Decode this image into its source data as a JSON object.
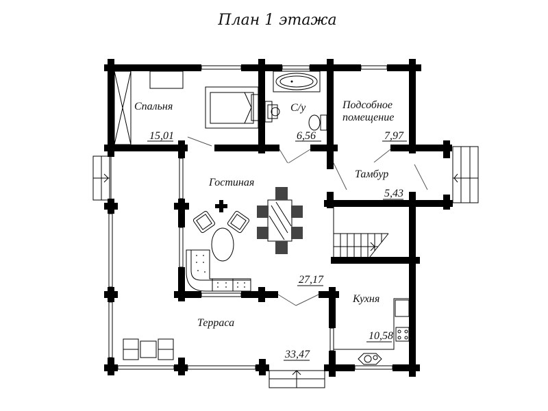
{
  "title": "План 1 этажа",
  "rooms": [
    {
      "id": "bedroom",
      "name": "Спальня",
      "area": "15,01"
    },
    {
      "id": "bathroom",
      "name": "С/у",
      "area": "6,56"
    },
    {
      "id": "utility",
      "name_line1": "Подсобное",
      "name_line2": "помещение",
      "area": "7,97"
    },
    {
      "id": "living",
      "name": "Гостиная",
      "area": "27,17"
    },
    {
      "id": "vestibule",
      "name": "Тамбур",
      "area": "5,43"
    },
    {
      "id": "kitchen",
      "name": "Кухня",
      "area": "10,58"
    },
    {
      "id": "terrace",
      "name": "Терраса",
      "area": "33,47"
    }
  ],
  "colors": {
    "wall": "#000000",
    "background": "#ffffff"
  }
}
